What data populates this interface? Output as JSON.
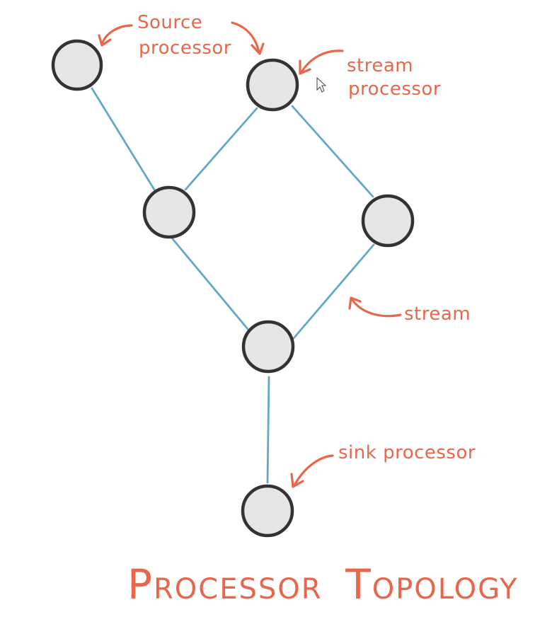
{
  "diagram": {
    "labels": {
      "source_processor_line1": "Source",
      "source_processor_line2": "processor",
      "stream_processor_line1": "stream",
      "stream_processor_line2": "processor",
      "stream": "stream",
      "sink_processor": "sink processor"
    },
    "title_parts": {
      "word1_initial": "P",
      "word1_rest": "ROCESSOR",
      "word2_initial": "T",
      "word2_rest": "OPOLOGY"
    },
    "nodes": [
      {
        "id": "source"
      },
      {
        "id": "stream-processor-top"
      },
      {
        "id": "middle-left"
      },
      {
        "id": "middle-right"
      },
      {
        "id": "merge"
      },
      {
        "id": "sink"
      }
    ],
    "edges": [
      {
        "from": "source",
        "to": "middle-left"
      },
      {
        "from": "stream-processor-top",
        "to": "middle-left"
      },
      {
        "from": "stream-processor-top",
        "to": "middle-right"
      },
      {
        "from": "middle-left",
        "to": "merge"
      },
      {
        "from": "middle-right",
        "to": "merge"
      },
      {
        "from": "merge",
        "to": "sink"
      }
    ],
    "colors": {
      "annotation": "#e8674a",
      "edge": "#63a8c6",
      "node_fill": "#e6e6e6",
      "node_stroke": "#333333"
    }
  }
}
